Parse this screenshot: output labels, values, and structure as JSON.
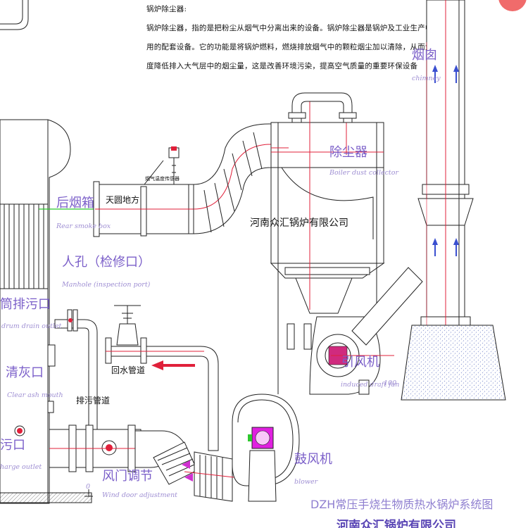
{
  "description": {
    "line1": "锅炉除尘器:",
    "line2": "锅炉除尘器，指的是把粉尘从烟气中分离出来的设备。锅炉除尘器是锅炉及工业生产中常",
    "line3": "用的配套设备。它的功能是将锅炉燃料，燃烧排放烟气中的颗粒烟尘加以清除，从而大幅",
    "line4": "度降低排入大气层中的烟尘量，这是改善环境污染，提高空气质量的重要环保设备"
  },
  "labels": {
    "chimney_zh": "烟囱",
    "chimney_en": "chimney",
    "dust_collector_zh": "除尘器",
    "dust_collector_en": "Boiler dust collector",
    "rear_smoke_box_zh": "后烟箱",
    "rear_smoke_box_en": "Rear smoke box",
    "sky_round_earth_square": "天圆地方",
    "flue_gas_thermometer": "烟气温度传感器",
    "company_center": "河南众汇锅炉有限公司",
    "manhole_zh": "人孔（检修口）",
    "manhole_en": "Manhole (inspection port)",
    "drum_drain_zh": "筒排污口",
    "drum_drain_en": "drum drain outlet",
    "return_water_pipe": "回水管道",
    "sewage_pipe": "排污管道",
    "induced_fan_zh": "引风机",
    "induced_fan_en": "induced draft fan",
    "fan_value": "100",
    "ash_outlet_zh": "清灰口",
    "ash_outlet_en": "Clear ash mouth",
    "discharge_zh": "污口",
    "discharge_en": "harge outlet",
    "damper_zh": "风门调节",
    "damper_en": "Wind door adjustment",
    "blower_zh": "鼓风机",
    "blower_en": "blower",
    "zero_mark": "0"
  },
  "footer": {
    "title": "DZH常压手烧生物质热水锅炉系统图",
    "company": "河南众汇锅炉有限公司"
  },
  "colors": {
    "label_purple": "#7b5fc9",
    "label_english": "#9f8fd3",
    "flow_red": "#e0203a",
    "arrow_blue": "#3a4fd0",
    "ground_hatch": "#b8c4e8",
    "green_axis": "#2ec82e",
    "magenta": "#e020e0"
  }
}
